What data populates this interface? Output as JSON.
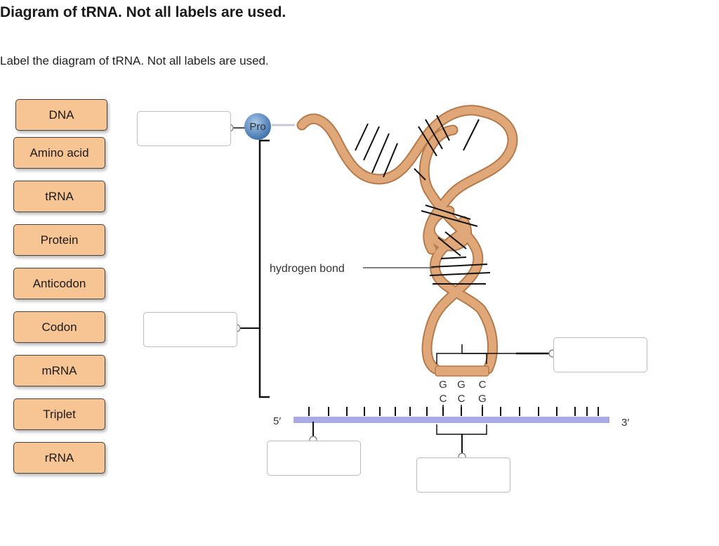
{
  "header": {
    "title": "Diagram of tRNA. Not all labels are used.",
    "instruction": "Label the diagram of tRNA. Not all labels are used."
  },
  "labels": [
    "DNA",
    "Amino acid",
    "tRNA",
    "Protein",
    "Anticodon",
    "Codon",
    "mRNA",
    "Triplet",
    "rRNA"
  ],
  "diagram": {
    "amino_acid_text": "Pro",
    "hydrogen_bond_label": "hydrogen bond",
    "anticodon_bases": [
      "G",
      "G",
      "C"
    ],
    "codon_bases": [
      "C",
      "C",
      "G"
    ],
    "five_prime": "5′",
    "three_prime": "3′"
  },
  "colors": {
    "chip_fill": "#f7c493",
    "trna_ribbon": "#e0a878",
    "mrna_strand": "#a9a9e6",
    "amino_acid_ball": "#5b8fc8"
  }
}
